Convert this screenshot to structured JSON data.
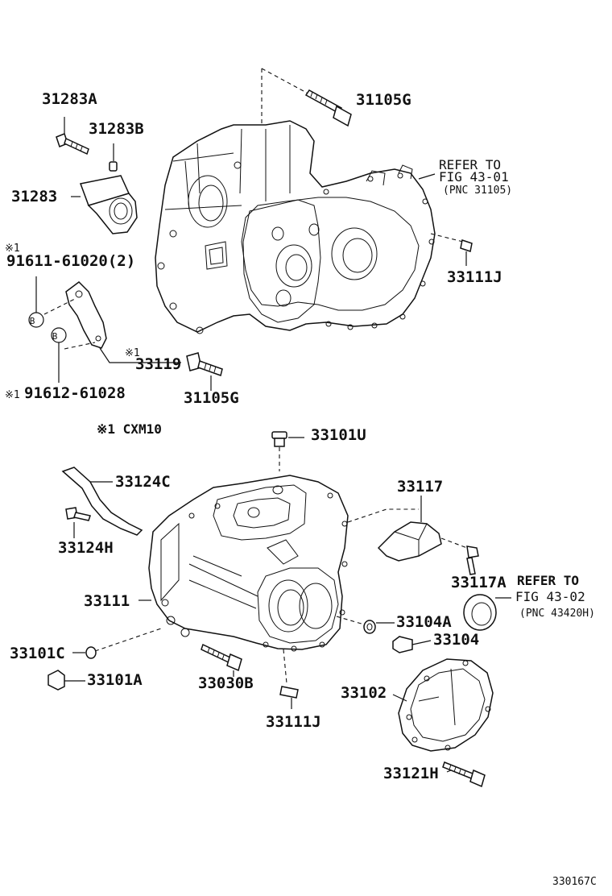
{
  "labels": {
    "p31283A": "31283A",
    "p31283B": "31283B",
    "p31283": "31283",
    "p31105G_top": "31105G",
    "refer1": "REFER TO",
    "refer1_fig": "FIG 43-01",
    "refer1_pnc": "(PNC 31105)",
    "note1_mark": "※1",
    "p91611": "91611-61020(2)",
    "p33111J_top": "33111J",
    "bubbleB": "B",
    "note_mark_33119": "※1",
    "p33119": "33119",
    "p91612_mark": "※1",
    "p91612": "91612-61028",
    "p31105G_bottom": "31105G",
    "cxm10": "※1 CXM10",
    "p33101U": "33101U",
    "p33124C": "33124C",
    "p33117": "33117",
    "p33124H": "33124H",
    "p33117A": "33117A",
    "refer2": "REFER TO",
    "refer2_fig": "FIG 43-02",
    "refer2_pnc": "(PNC 43420H)",
    "p33111": "33111",
    "p33104A": "33104A",
    "p33101C": "33101C",
    "p33104": "33104",
    "p33101A": "33101A",
    "p33030B": "33030B",
    "p33102": "33102",
    "p33111J_bottom": "33111J",
    "p33121H": "33121H",
    "figure_code": "330167C"
  }
}
